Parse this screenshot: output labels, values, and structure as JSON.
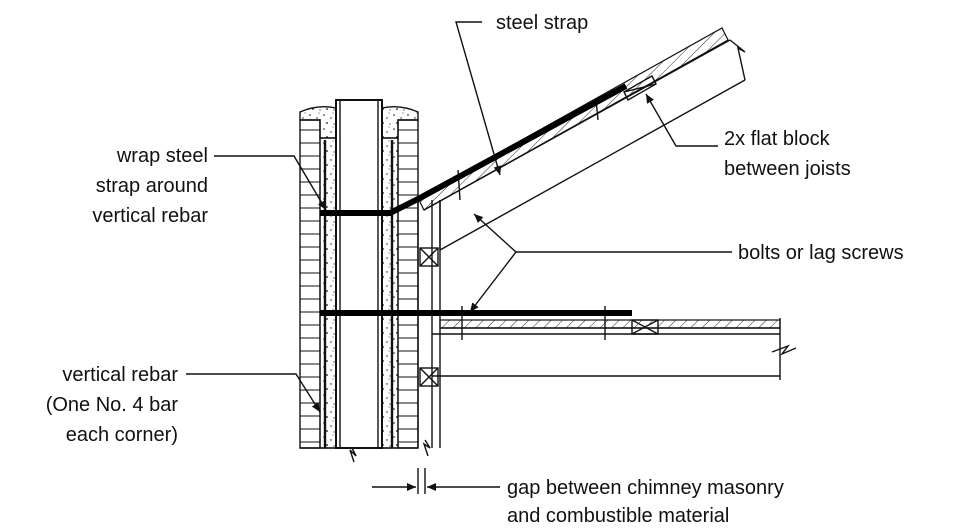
{
  "labels": {
    "steel_strap": "steel strap",
    "flat_block_1": "2x flat block",
    "flat_block_2": "between joists",
    "wrap_1": "wrap steel",
    "wrap_2": "strap around",
    "wrap_3": "vertical rebar",
    "bolts": "bolts or lag screws",
    "rebar_1": "vertical rebar",
    "rebar_2": "(One No. 4 bar",
    "rebar_3": "each corner)",
    "gap_1": "gap between chimney masonry",
    "gap_2": "and combustible material"
  },
  "colors": {
    "ink": "#111111",
    "background": "#ffffff"
  }
}
